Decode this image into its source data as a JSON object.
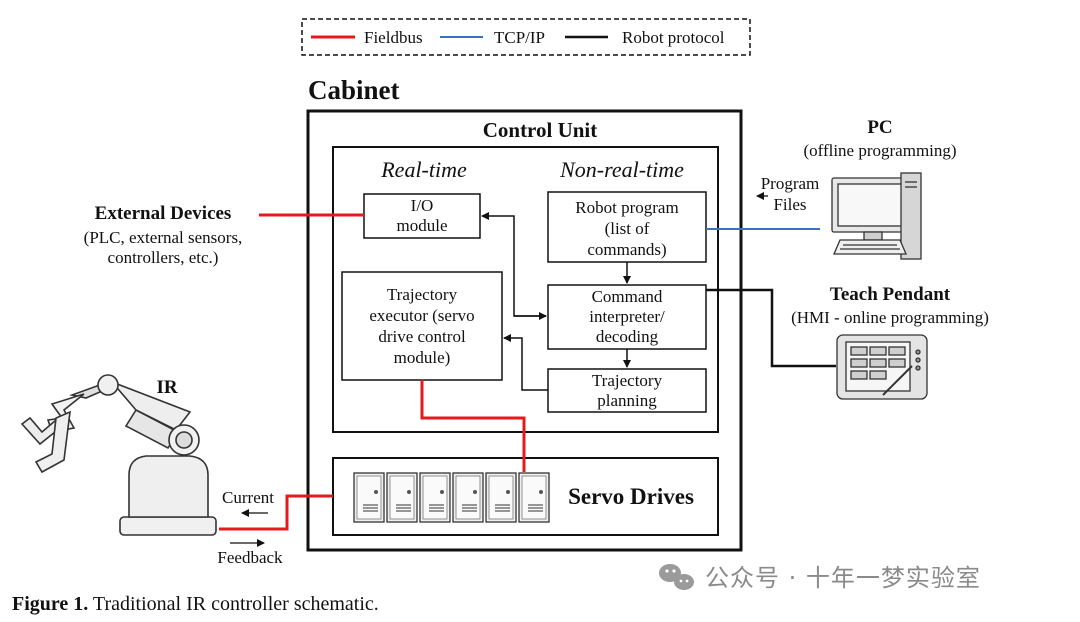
{
  "legend": {
    "fieldbus": "Fieldbus",
    "tcpip": "TCP/IP",
    "robot_protocol": "Robot protocol"
  },
  "colors": {
    "fieldbus": "#e41a1c",
    "tcpip": "#3b72c8",
    "robot_protocol": "#111111"
  },
  "cabinet": {
    "title": "Cabinet"
  },
  "control_unit": {
    "title": "Control Unit",
    "realtime_label": "Real-time",
    "nonrealtime_label": "Non-real-time",
    "io_module": [
      "I/O",
      "module"
    ],
    "trajectory_executor": [
      "Trajectory",
      "executor (servo",
      "drive control",
      "module)"
    ],
    "robot_program": [
      "Robot program",
      "(list of",
      "commands)"
    ],
    "command_interpreter": [
      "Command",
      "interpreter/",
      "decoding"
    ],
    "trajectory_planning": [
      "Trajectory",
      "planning"
    ]
  },
  "servo_drives": {
    "label": "Servo Drives"
  },
  "external_devices": {
    "title": "External Devices",
    "desc": [
      "(PLC, external sensors,",
      "controllers, etc.)"
    ]
  },
  "pc": {
    "title": "PC",
    "desc": "(offline programming)",
    "program_files": [
      "Program",
      "Files"
    ]
  },
  "teach_pendant": {
    "title": "Teach Pendant",
    "desc": "(HMI - online programming)"
  },
  "robot": {
    "label": "IR",
    "current": "Current",
    "feedback": "Feedback"
  },
  "caption": {
    "label": "Figure 1.",
    "text": " Traditional IR controller schematic."
  },
  "watermark": "公众号 · 十年一梦实验室"
}
